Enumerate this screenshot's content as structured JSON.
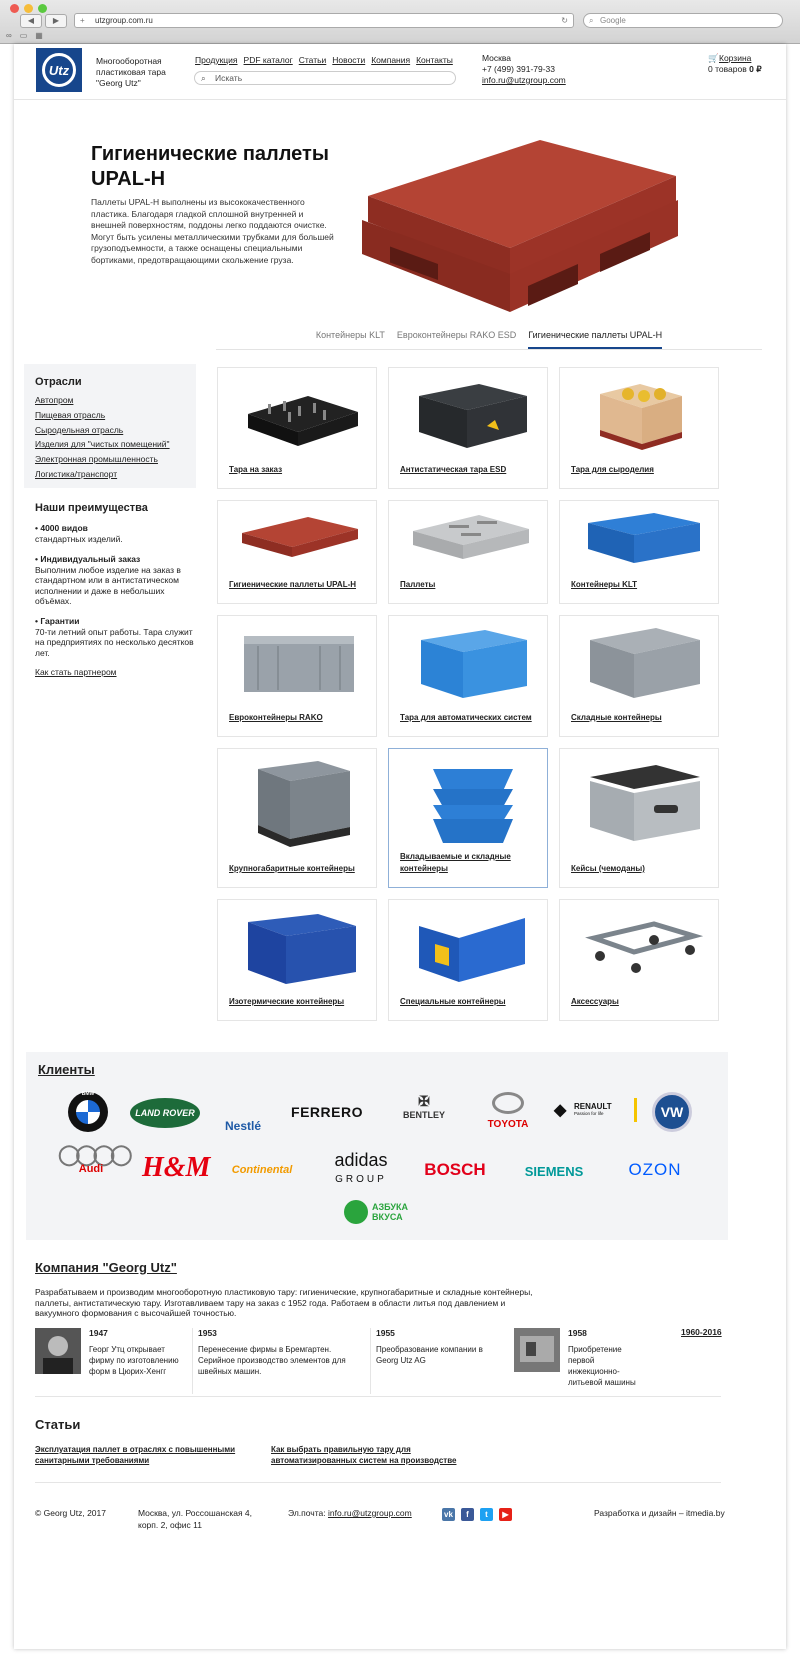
{
  "browser": {
    "url": "utzgroup.com.ru",
    "search_placeholder": "Google",
    "back": "◀",
    "forward": "▶"
  },
  "header": {
    "tagline": "Многооборотная пластиковая тара \"Georg Utz\"",
    "logo_text": "Utz",
    "nav": [
      "Продукция",
      "PDF каталог",
      "Статьи",
      "Новости",
      "Компания",
      "Контакты"
    ],
    "search_placeholder": "Искать",
    "city": "Москва",
    "phone": "+7 (499) 391-79-33",
    "email": "info.ru@utzgroup.com",
    "cart_label": "Корзина",
    "cart_count": "0 товаров",
    "cart_sum": "0 ₽"
  },
  "hero": {
    "title": "Гигиенические паллеты UPAL-H",
    "text": "Паллеты UPAL-H выполнены из высококачественного пластика. Благодаря гладкой сплошной внутренней и внешней поверхностям, поддоны легко поддаются очистке. Могут быть усилены металлическими трубками для большей грузоподъемности, а также оснащены специальными бортиками, предотвращающими скольжение груза."
  },
  "tabs": [
    "Контейнеры KLT",
    "Евроконтейнеры RAKO ESD",
    "Гигиенические паллеты UPAL-H"
  ],
  "sidebar": {
    "industries_title": "Отрасли",
    "industries": [
      "Автопром",
      "Пищевая отрасль",
      "Сыродельная отрасль",
      "Изделия для \"чистых помещений\"",
      "Электронная промышленность",
      "Логистика/транспорт"
    ],
    "advantages_title": "Наши преимущества",
    "advantages": [
      {
        "title": "• 4000 видов",
        "text": "стандартных изделий."
      },
      {
        "title": "• Индивидуальный заказ",
        "text": "Выполним любое изделие на заказ в стандартном или в антистатическом исполнении и даже в небольших объёмах."
      },
      {
        "title": "• Гарантии",
        "text": "70-ти летний опыт работы. Тара служит на предприятиях по несколько десятков лет."
      }
    ],
    "partner_link": "Как стать партнером"
  },
  "products": [
    "Тара на заказ",
    "Антистатическая тара ESD",
    "Тара для сыроделия",
    "Гигиенические паллеты UPAL-H",
    "Паллеты",
    "Контейнеры KLT",
    "Евроконтейнеры RAKO",
    "Тара для автоматических систем",
    "Складные контейнеры",
    "Крупногабаритные контейнеры",
    "Вкладываемые и складные контейнеры",
    "Кейсы (чемоданы)",
    "Изотермические контейнеры",
    "Специальные контейнеры",
    "Аксессуары"
  ],
  "clients": {
    "title": "Клиенты",
    "logos": [
      "BMW",
      "LAND ROVER",
      "Nestlé",
      "FERRERO",
      "BENTLEY",
      "TOYOTA",
      "RENAULT",
      "Passion for life",
      "VW",
      "Audi",
      "H&M",
      "Continental",
      "adidas",
      "GROUP",
      "BOSCH",
      "SIEMENS",
      "OZON",
      "АЗБУКА",
      "ВКУСА"
    ]
  },
  "company": {
    "title": "Компания \"Georg Utz\"",
    "text": "Разрабатываем и производим многооборотную пластиковую тару: гигиенические, крупногабаритные и складные контейнеры, паллеты, антистатическую тару. Изготавливаем тару на заказ с 1952 года. Работаем в области литья под давлением и вакуумного формования с высочайшей точностью.",
    "timeline": [
      {
        "year": "1947",
        "text": "Георг Утц открывает фирму по изготовлению форм в Цюрих-Хенгг"
      },
      {
        "year": "1953",
        "text": "Перенесение фирмы в Бремгартен. Серийное производство элементов для швейных машин."
      },
      {
        "year": "1955",
        "text": "Преобразование компании в Georg Utz AG"
      },
      {
        "year": "1958",
        "text": "Приобретение первой инжекционно-литьевой машины"
      }
    ],
    "timeline_more": "1960-2016"
  },
  "articles": {
    "title": "Статьи",
    "items": [
      "Эксплуатация паллет в отраслях с повышенными санитарными требованиями",
      "Как выбрать правильную тару для автоматизированных систем на производстве"
    ]
  },
  "footer": {
    "copyright": "© Georg Utz, 2017",
    "address": "Москва, ул. Россошанская 4, корп. 2, офис 11",
    "email_label": "Эл.почта:",
    "email": "info.ru@utzgroup.com",
    "social": [
      "vk",
      "f",
      "t",
      "▶"
    ],
    "credits": "Разработка и дизайн – itmedia.by"
  },
  "colors": {
    "brand": "#17468c",
    "pallet_red": "#a33a2c",
    "light_bg": "#f3f4f6"
  }
}
